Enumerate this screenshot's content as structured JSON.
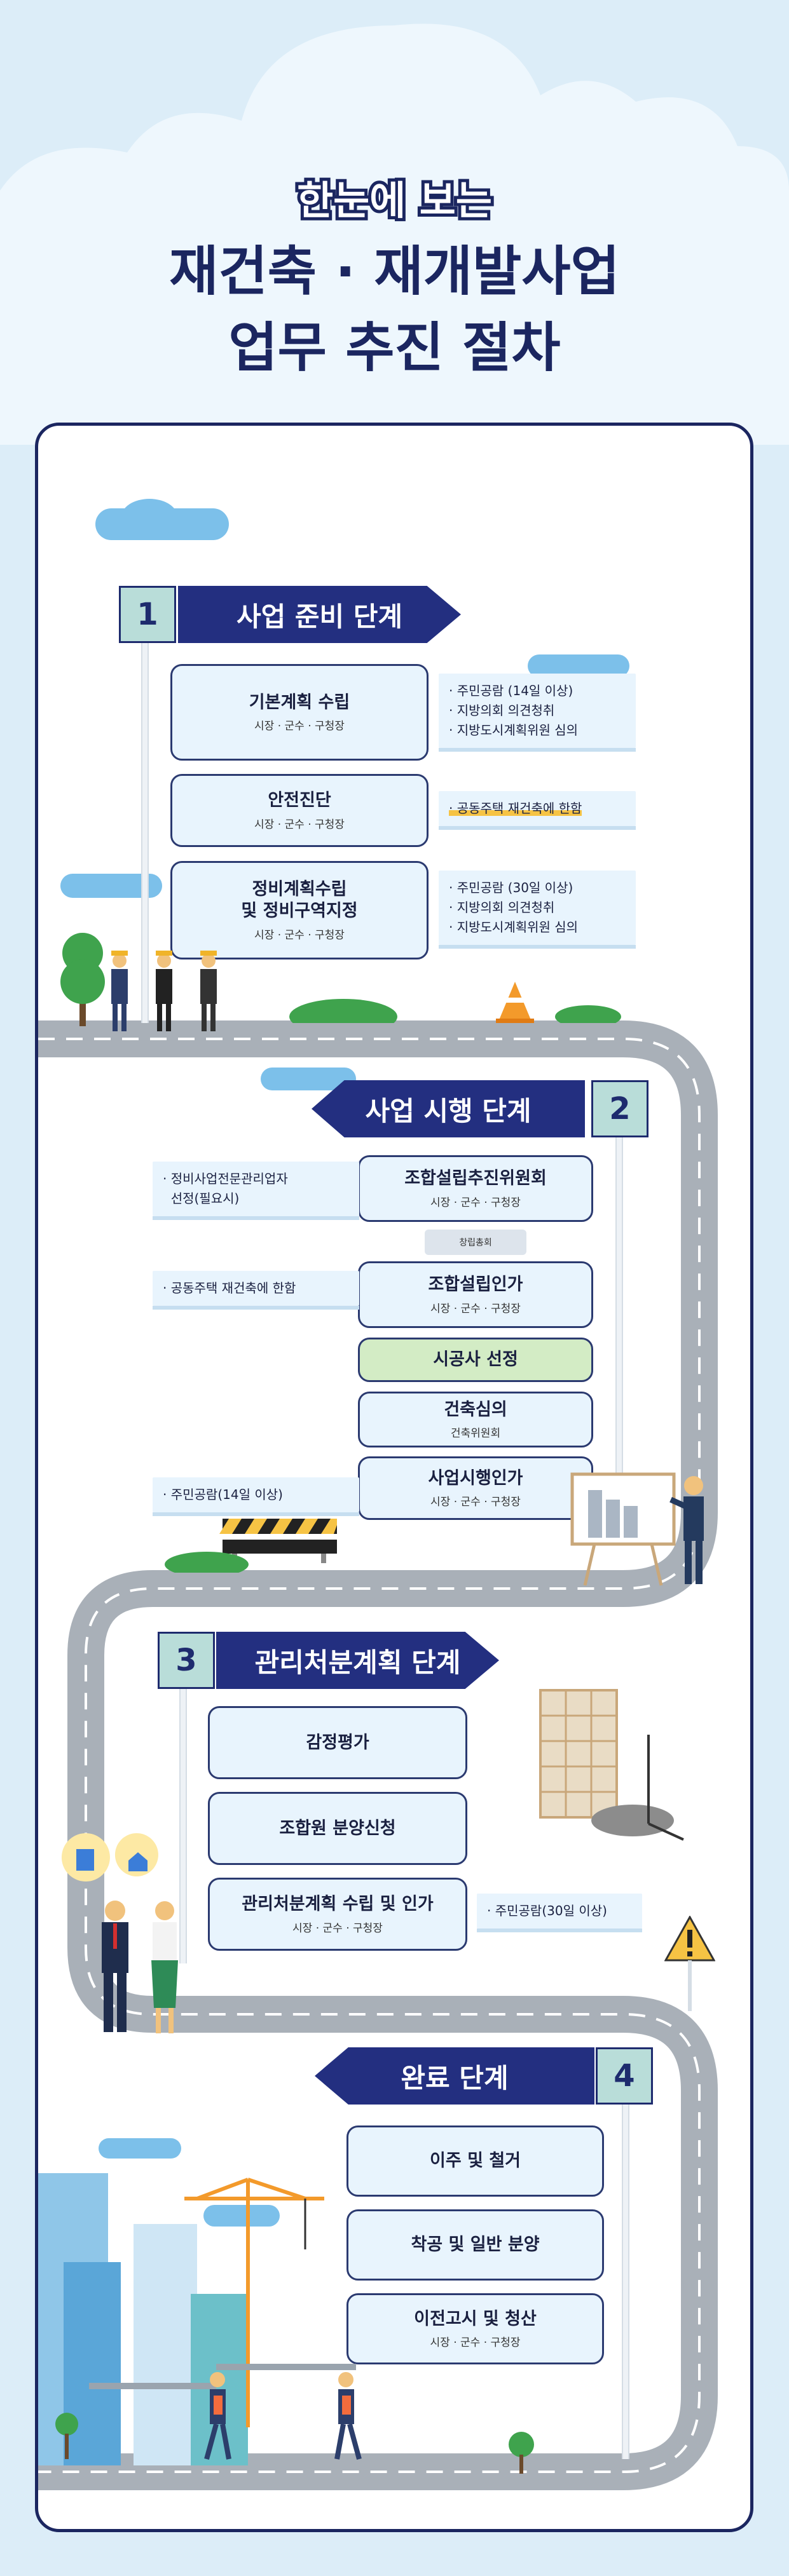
{
  "header": {
    "line1": "한눈에 보는",
    "line2": "재건축 · 재개발사업",
    "line3": "업무 추진 절차"
  },
  "stage1": {
    "num": "1",
    "title": "사업 준비 단계",
    "boxes": [
      {
        "title": "기본계획 수립",
        "sub": "시장 · 군수 · 구청장"
      },
      {
        "title": "안전진단",
        "sub": "시장 · 군수 · 구청장"
      },
      {
        "title1": "정비계획수립",
        "title2": "및 정비구역지정",
        "sub": "시장  ·  군수  ·  구청장"
      }
    ],
    "notes": [
      [
        "· 주민공람 (14일 이상)",
        "· 지방의회 의견청취",
        "· 지방도시계획위원 심의"
      ],
      [
        "· 공동주택 재건축에 한함"
      ],
      [
        "· 주민공람 (30일 이상)",
        "· 지방의회 의견청취",
        "· 지방도시계획위원 심의"
      ]
    ]
  },
  "stage2": {
    "num": "2",
    "title": "사업 시행 단계",
    "boxes": [
      {
        "title": "조합설립추진위원회",
        "sub": "시장 · 군수 · 구청장"
      },
      {
        "title": "조합설립인가",
        "sub": "시장 · 군수 · 구청장"
      },
      {
        "title": "시공사 선정",
        "sub": ""
      },
      {
        "title": "건축심의",
        "sub": "건축위원회"
      },
      {
        "title": "사업시행인가",
        "sub": "시장 · 군수 · 구청장"
      }
    ],
    "tag": "창립총회",
    "notes": {
      "n1a": "· 정비사업전문관리업자",
      "n1b": "  선정(필요시)",
      "n2": "· 공동주택 재건축에 한함",
      "n3": "· 주민공람(14일 이상)"
    }
  },
  "stage3": {
    "num": "3",
    "title": "관리처분계획 단계",
    "boxes": [
      {
        "title": "감정평가",
        "sub": ""
      },
      {
        "title": "조합원 분양신청",
        "sub": ""
      },
      {
        "title": "관리처분계획 수립 및 인가",
        "sub": "시장 · 군수 · 구청장"
      }
    ],
    "note": "· 주민공람(30일 이상)"
  },
  "stage4": {
    "num": "4",
    "title": "완료 단계",
    "boxes": [
      {
        "title": "이주 및 철거",
        "sub": ""
      },
      {
        "title": "착공 및 일반 분양",
        "sub": ""
      },
      {
        "title": "이전고시 및 청산",
        "sub": "시장  ·  군수  ·  구청장"
      }
    ]
  },
  "colors": {
    "navy": "#232f80",
    "teal": "#b9ddd9",
    "road": "#a9b0b8",
    "sky": "#dcedf8",
    "box": "#e8f4fd",
    "green_box": "#d3ecc5",
    "highlight": "#f6c344"
  }
}
